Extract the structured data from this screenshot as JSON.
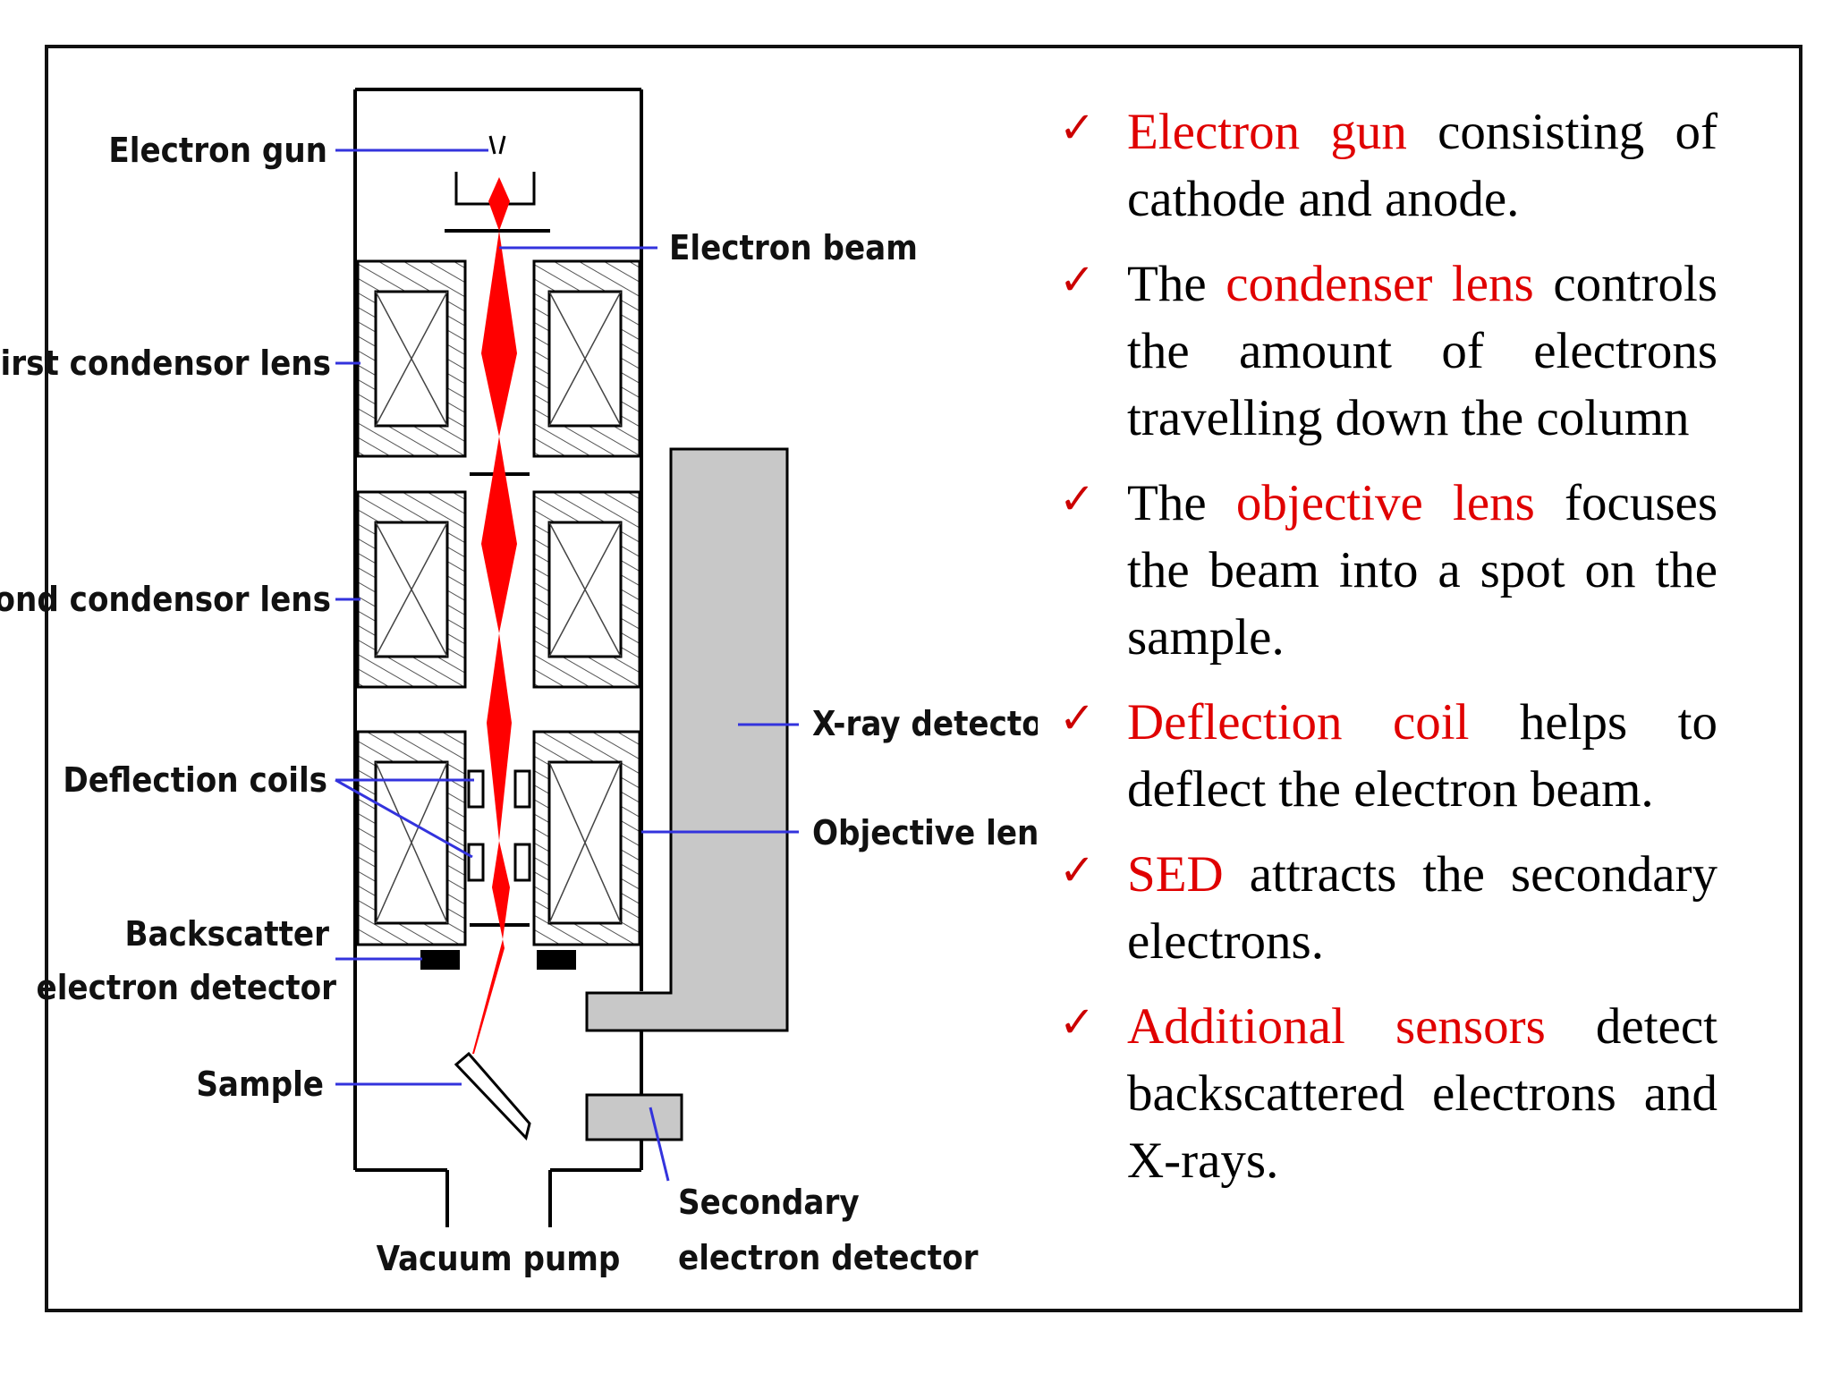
{
  "diagram": {
    "labels": {
      "electron_gun": "Electron gun",
      "electron_beam": "Electron beam",
      "first_condensor_lens": "First condensor lens",
      "second_condensor_lens": "Second condensor lens",
      "deflection_coils": "Deflection coils",
      "backscatter_line1": "Backscatter",
      "backscatter_line2": "electron detector",
      "sample": "Sample",
      "vacuum_pump": "Vacuum pump",
      "xray_detector": "X-ray detector",
      "objective_lens": "Objective lens",
      "secondary_line1": "Secondary",
      "secondary_line2": "electron detector"
    },
    "colors": {
      "beam": "#ff0000",
      "leader": "#3333dd",
      "detector_fill": "#c8c8c8"
    }
  },
  "bullets": [
    {
      "highlight": "Electron gun",
      "text": " consisting of cathode and anode."
    },
    {
      "pre": "The ",
      "highlight": "condenser lens",
      "text": " controls the amount of electrons travelling down the column"
    },
    {
      "pre": "The ",
      "highlight": "objective lens",
      "text": " focuses the beam into a spot on the sample."
    },
    {
      "highlight": "Deflection coil",
      "text": " helps to deflect the electron beam."
    },
    {
      "highlight": "SED",
      "text": " attracts the secondary electrons."
    },
    {
      "highlight": "Additional sensors",
      "text": " detect backscattered electrons and X-rays."
    }
  ],
  "check_symbol": "✓"
}
